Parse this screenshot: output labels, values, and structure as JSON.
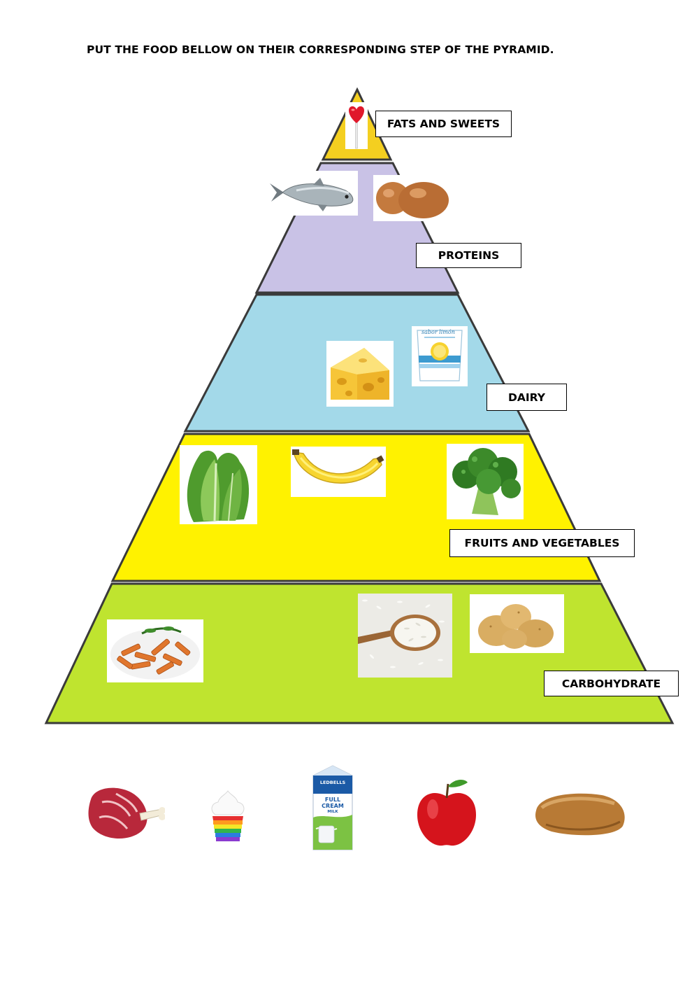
{
  "instruction": "PUT THE FOOD BELLOW ON THEIR CORRESPONDING STEP OF THE PYRAMID.",
  "pyramid": {
    "levels": [
      {
        "name": "FATS AND SWEETS",
        "color": "#f4cf20"
      },
      {
        "name": "PROTEINS",
        "color": "#c9c2e6"
      },
      {
        "name": "DAIRY",
        "color": "#a3d9e9"
      },
      {
        "name": "FRUITS AND VEGETABLES",
        "color": "#fff200"
      },
      {
        "name": "CARBOHYDRATE",
        "color": "#bfe42f"
      }
    ]
  },
  "food_icons": {
    "placed": [
      "lollipop-icon",
      "fish-icon",
      "eggs-icon",
      "cheese-icon",
      "yogurt-icon",
      "lettuce-icon",
      "banana-icon",
      "broccoli-icon",
      "pasta-icon",
      "rice-icon",
      "potatoes-icon"
    ],
    "to_place": [
      "steak-icon",
      "cupcake-icon",
      "milk-carton-icon",
      "apple-icon",
      "bread-icon"
    ]
  },
  "yogurt_label": "sabor limón",
  "milk": {
    "brand": "LEDBELLS",
    "line1": "FULL",
    "line2": "CREAM",
    "line3": "MILK"
  }
}
